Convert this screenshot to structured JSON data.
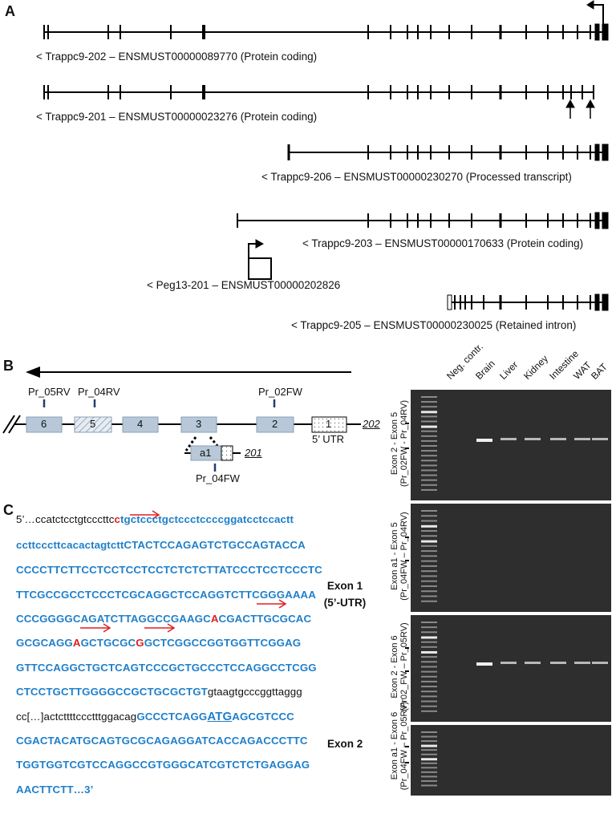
{
  "panels": {
    "a": "A",
    "b": "B",
    "c": "C"
  },
  "transcripts": [
    {
      "label": "< Trappc9-202 – ENSMUST00000089770 (Protein coding)"
    },
    {
      "label": "< Trappc9-201 – ENSMUST00000023276 (Protein coding)"
    },
    {
      "label": "< Trappc9-206 – ENSMUST00000230270 (Processed transcript)"
    },
    {
      "label": "< Trappc9-203 – ENSMUST00000170633 (Protein coding)"
    },
    {
      "label": "< Peg13-201 – ENSMUST00000202826"
    },
    {
      "label": "< Trappc9-205 – ENSMUST00000230025 (Retained intron)"
    }
  ],
  "gene_model": {
    "primers": {
      "p05rv": "Pr_05RV",
      "p04rv": "Pr_04RV",
      "p02fw": "Pr_02FW",
      "p04fw": "Pr_04FW"
    },
    "exons": {
      "e6": "6",
      "e5": "5",
      "e4": "4",
      "e3": "3",
      "e2": "2",
      "e1": "1",
      "a1": "a1"
    },
    "utr": "5’ UTR",
    "iso202": "202",
    "iso201": "201"
  },
  "sequence": {
    "l1a": "5’…ccatctcctgtcccttc",
    "l1r": "c",
    "l1b": "tgctccctgctccctccccggatcctccactt",
    "l2": "ccttcccttcacactagtcttCTACTCCAGAGTCTGCCAGTACCA",
    "l3": "CCCCTTCTTCCTCCTCCTCCTCTCTCTTATCCCTCCTCCCTC",
    "l4": "TTCGCCGCCTCCCTCGCAGGCTCCAGGTCTTCGGGAAAA",
    "l5a": "CCCGGGGCAGATCTTAGGCCGAAGC",
    "l5r": "A",
    "l5b": "CGACTTGCGCAC",
    "l6a": "GCGCAGG",
    "l6r1": "A",
    "l6b": "GCTGCGC",
    "l6r2": "G",
    "l6c": "GCTCGGCCGGTGGTTCGGAG",
    "l7": "GTTCCAGGCTGCTCAGTCCCGCTGCCCTCCAGGCCTCGG",
    "l8a": "CTCCTGCTTGGGGCCGCTGCGCTGT",
    "l8b": "gtaagtgcccggttaggg",
    "l9a": "cc[…]actcttttccctttggacag",
    "l9b": "GCCCTCAGG",
    "l9atg": "ATG",
    "l9c": "AGCGTCCC",
    "l10": "CGACTACATGCAGTGCGCAGAGGATCACCAGACCCTTC",
    "l11": "TGGTGGTCGTCCAGGCCGTGGGCATCGTCTCTGAGGAG",
    "l12": "AACTTCTT…3’",
    "exon1_line1": "Exon 1",
    "exon1_line2": "(5’-UTR)",
    "exon2": "Exon 2"
  },
  "gel": {
    "lanes": [
      "Neg. contr.",
      "Brain",
      "Liver",
      "Kidney",
      "Intestine",
      "WAT",
      "BAT"
    ],
    "rows": [
      {
        "title": "Exon 2 - Exon 5",
        "primers": "(Pr_02FW - Pr_04RV)",
        "bands": true
      },
      {
        "title": "Exon a1 - Exon 5",
        "primers": "(Pr_04FW – Pr_04RV)",
        "bands": false
      },
      {
        "title": "Exon 2 - Exon 6",
        "primers": "(Pr02_FW – Pr_05RV)",
        "bands": true
      },
      {
        "title": "Exon a1 - Exon 6",
        "primers": "(Pr_04FW – Pr_05RV)",
        "bands": false
      }
    ]
  }
}
